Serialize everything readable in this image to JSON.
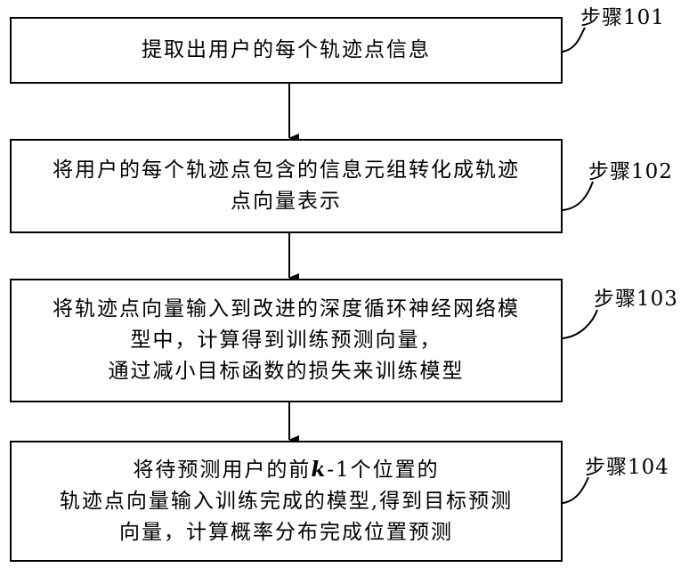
{
  "steps": [
    {
      "label": "步骤101",
      "lines": [
        "提取出用户的每个轨迹点信息"
      ]
    },
    {
      "label": "步骤102",
      "lines": [
        "将用户的每个轨迹点包含的信息元组转化成轨迹",
        "点向量表示"
      ]
    },
    {
      "label": "步骤103",
      "lines": [
        "将轨迹点向量输入到改进的深度循环神经网络模",
        "型中，计算得到训练预测向量，",
        "通过减小目标函数的损失来训练模型"
      ]
    },
    {
      "label": "步骤104",
      "lines_rich": [
        {
          "pre": "将待预测用户的前",
          "em": "k",
          "post": "-1个位置的"
        }
      ],
      "lines": [
        "轨迹点向量输入训练完成的模型,得到目标预测",
        "向量，计算概率分布完成位置预测"
      ]
    }
  ]
}
